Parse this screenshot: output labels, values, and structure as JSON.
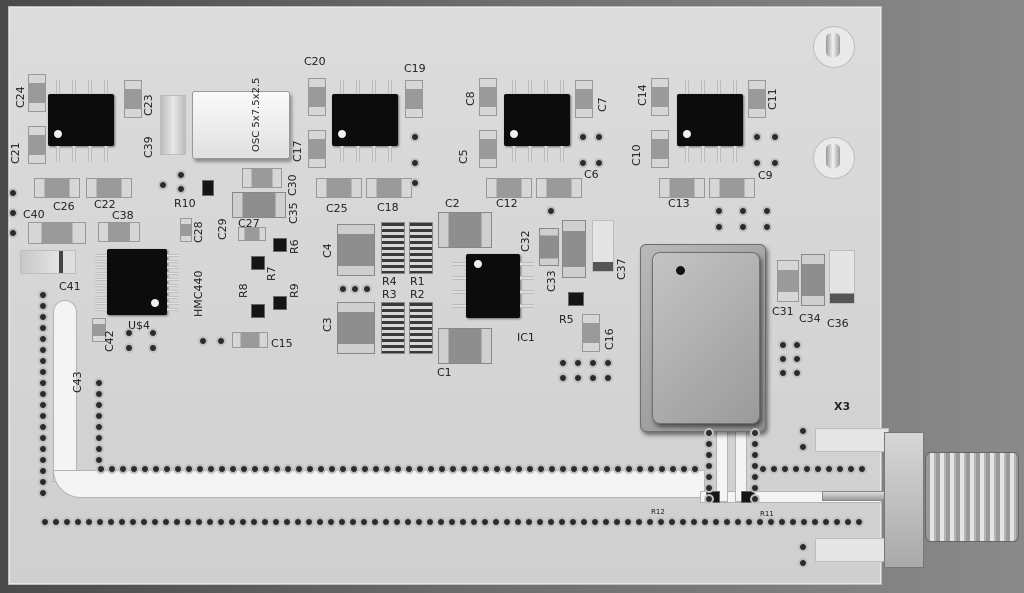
{
  "oscillator_marking": "OSC 5x7.5x2.5",
  "part_labels": {
    "c24": "C24",
    "c23": "C23",
    "c39": "C39",
    "c21": "C21",
    "c20": "C20",
    "c19": "C19",
    "c17": "C17",
    "c8": "C8",
    "c7": "C7",
    "c5": "C5",
    "c14": "C14",
    "c11": "C11",
    "c10": "C10",
    "c26": "C26",
    "c22": "C22",
    "c30": "C30",
    "c25": "C25",
    "c18": "C18",
    "c12": "C12",
    "c6": "C6",
    "c13": "C13",
    "c9": "C9",
    "c40": "C40",
    "c38": "C38",
    "r10": "R10",
    "c28": "C28",
    "c29": "C29",
    "c27": "C27",
    "c35": "C35",
    "c2": "C2",
    "c4": "C4",
    "r6": "R6",
    "r7": "R7",
    "c41": "C41",
    "hmc440": "HMC440",
    "r8": "R8",
    "r9": "R9",
    "r4": "R4",
    "r1": "R1",
    "r3": "R3",
    "r2": "R2",
    "c32": "C32",
    "c33": "C33",
    "c37": "C37",
    "us4": "U$4",
    "c3": "C3",
    "ic1": "IC1",
    "r5": "R5",
    "c16": "C16",
    "c31": "C31",
    "c34": "C34",
    "c36": "C36",
    "c42": "C42",
    "c15": "C15",
    "c1": "C1",
    "c43": "C43",
    "x3": "X3",
    "r12": "R12",
    "r11": "R11"
  }
}
